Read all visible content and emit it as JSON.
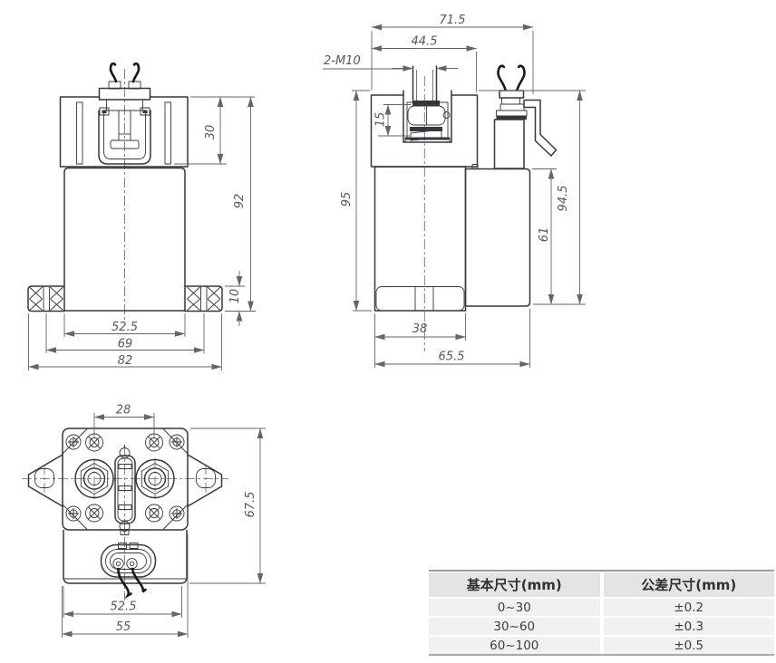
{
  "front_view": {
    "dims": {
      "cap_height": "30",
      "total_height": "92",
      "flange_height": "10",
      "body_width": "52.5",
      "hole_span": "69",
      "flange_width": "82"
    }
  },
  "side_view": {
    "dims": {
      "overall_width": "71.5",
      "head_width": "44.5",
      "stud_thread": "2-M10",
      "stud_height": "15",
      "total_height": "95",
      "aux_body_height": "61",
      "overall_height": "94.5",
      "body_depth": "38",
      "overall_depth": "65.5"
    }
  },
  "top_view": {
    "dims": {
      "terminal_pitch": "28",
      "overall_height": "67.5",
      "body_width": "52.5",
      "flange_width": "55"
    }
  },
  "tolerance_table": {
    "headers": [
      "基本尺寸(mm)",
      "公差尺寸(mm)"
    ],
    "rows": [
      {
        "basic": "0~30",
        "tolerance": "±0.2"
      },
      {
        "basic": "30~60",
        "tolerance": "±0.3"
      },
      {
        "basic": "60~100",
        "tolerance": "±0.5"
      }
    ]
  },
  "colors": {
    "line": "#34383c",
    "dimension": "#62666c",
    "table_header_bg": "#e4e4e4",
    "table_row_bg": "#f1f1f1"
  }
}
